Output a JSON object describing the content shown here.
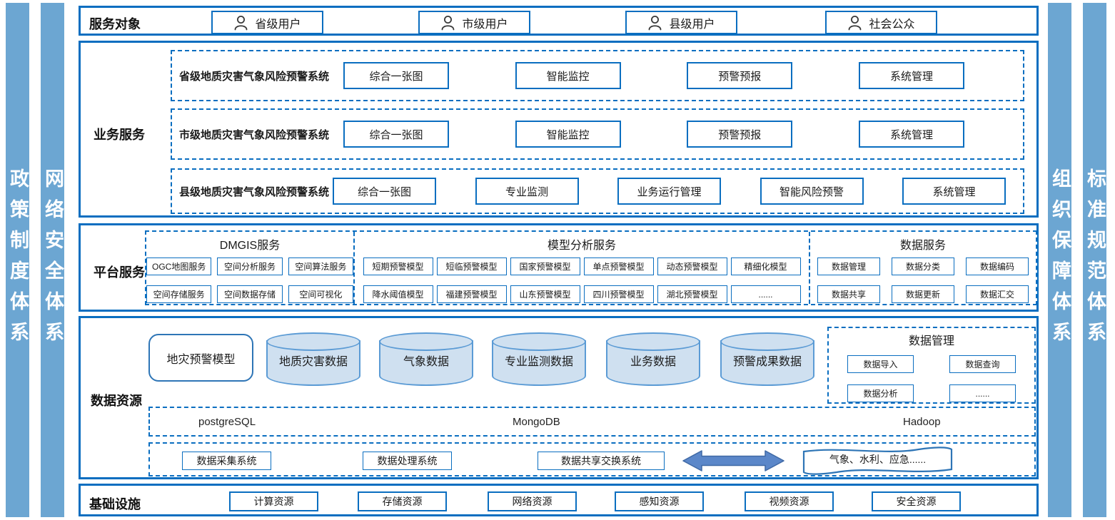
{
  "sidebars": {
    "left": [
      {
        "label": "政策制度体系"
      },
      {
        "label": "网络安全体系"
      }
    ],
    "right": [
      {
        "label": "组织保障体系"
      },
      {
        "label": "标准规范体系"
      }
    ]
  },
  "service_objects": {
    "title": "服务对象",
    "users": [
      "省级用户",
      "市级用户",
      "县级用户",
      "社会公众"
    ]
  },
  "business_services": {
    "title": "业务服务",
    "systems": [
      {
        "name": "省级地质灾害气象风险预警系统",
        "modules": [
          "综合一张图",
          "智能监控",
          "预警预报",
          "系统管理"
        ]
      },
      {
        "name": "市级地质灾害气象风险预警系统",
        "modules": [
          "综合一张图",
          "智能监控",
          "预警预报",
          "系统管理"
        ]
      },
      {
        "name": "县级地质灾害气象风险预警系统",
        "modules": [
          "综合一张图",
          "专业监测",
          "业务运行管理",
          "智能风险预警",
          "系统管理"
        ]
      }
    ]
  },
  "platform_services": {
    "title": "平台服务",
    "groups": [
      {
        "name": "DMGIS服务",
        "rows": [
          [
            "OGC地图服务",
            "空间分析服务",
            "空间算法服务"
          ],
          [
            "空间存储服务",
            "空间数据存储",
            "空间可视化"
          ]
        ]
      },
      {
        "name": "模型分析服务",
        "rows": [
          [
            "短期预警模型",
            "短临预警模型",
            "国家预警模型",
            "单点预警模型",
            "动态预警模型",
            "精细化模型"
          ],
          [
            "降水阈值模型",
            "福建预警模型",
            "山东预警模型",
            "四川预警模型",
            "湖北预警模型",
            "......"
          ]
        ]
      },
      {
        "name": "数据服务",
        "rows": [
          [
            "数据管理",
            "数据分类",
            "数据编码"
          ],
          [
            "数据共享",
            "数据更新",
            "数据汇交"
          ]
        ]
      }
    ]
  },
  "data_resources": {
    "title": "数据资源",
    "model_box": "地灾预警模型",
    "cylinders": [
      "地质灾害数据",
      "气象数据",
      "专业监测数据",
      "业务数据",
      "预警成果数据"
    ],
    "data_management": {
      "name": "数据管理",
      "items": [
        "数据导入",
        "数据查询",
        "数据分析",
        "......"
      ]
    },
    "databases": [
      "postgreSQL",
      "MongoDB",
      "Hadoop"
    ],
    "exchange_systems": [
      "数据采集系统",
      "数据处理系统",
      "数据共享交换系统"
    ],
    "external_partners": "气象、水利、应急......"
  },
  "infrastructure": {
    "title": "基础设施",
    "resources": [
      "计算资源",
      "存储资源",
      "网络资源",
      "感知资源",
      "视频资源",
      "安全资源"
    ]
  },
  "colors": {
    "accent_blue": "#0a6ec0",
    "sidebar_blue": "#6ca6d2",
    "cylinder_fill": "#cfe0f0",
    "cylinder_border": "#5b9bd5",
    "arrow_fill": "#5b87c9",
    "rounded_border": "#2e75b6"
  }
}
